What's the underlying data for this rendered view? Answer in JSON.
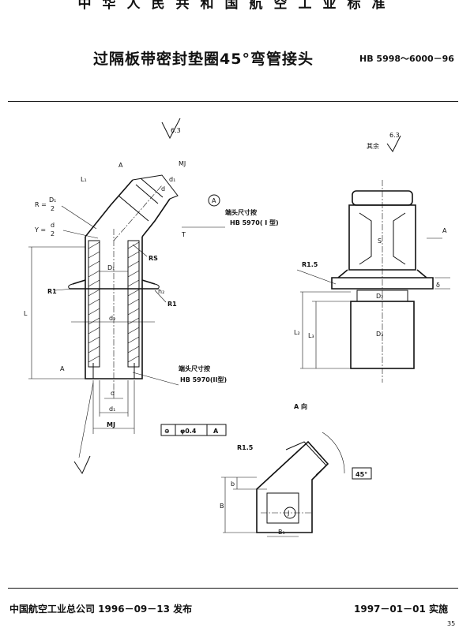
{
  "header": {
    "organization": "中华人民共和国航空工业标准",
    "title": "过隔板带密封垫圈45°弯管接头",
    "code": "HB 5998～6000－96"
  },
  "drawing": {
    "labels": {
      "l1": "L₁",
      "a_top": "A",
      "mj_top": "MJ",
      "d1_top": "d₁",
      "d_top": "d",
      "roughness": "6.3",
      "r_formula_left": "R =",
      "r_formula_num": "D₁",
      "r_formula_den": "2",
      "y_formula_left": "Y =",
      "y_formula_num": "d",
      "y_formula_den": "2",
      "circle_a": "A",
      "t": "T",
      "rs": "RS",
      "big_d1": "D₁",
      "r1_left": "R1",
      "r1_right": "R1",
      "h2": "h₂",
      "l": "L",
      "d2": "d₂",
      "a_bottom": "A",
      "d_bottom": "d",
      "d1_bottom": "d₁",
      "mj_bottom": "MJ",
      "end_size_top": "端头尺寸按",
      "end_size_top_std": "HB 5970( I 型)",
      "end_size_bottom": "端头尺寸按",
      "end_size_bottom_std": "HB 5970(II型)",
      "tolerance_symbol": "⊕",
      "tolerance_value": "φ0.4",
      "tolerance_datum": "A",
      "rest_roughness_label": "其余",
      "rest_roughness_value": "6.3",
      "s": "S",
      "arrow_a": "A",
      "r15_right": "R1.5",
      "delta": "δ",
      "d2_right": "D₂",
      "l2": "L₂",
      "l3": "L₃",
      "d3": "D₃",
      "view_a": "A 向",
      "r15_bottom": "R1.5",
      "angle": "45°",
      "b_small": "b",
      "b_big": "B",
      "b1": "B₁",
      "circle_j": "J"
    }
  },
  "footer": {
    "issuer": "中国航空工业总公司 1996－09－13 发布",
    "effective": "1997－01－01 实施",
    "page_no": "35"
  }
}
